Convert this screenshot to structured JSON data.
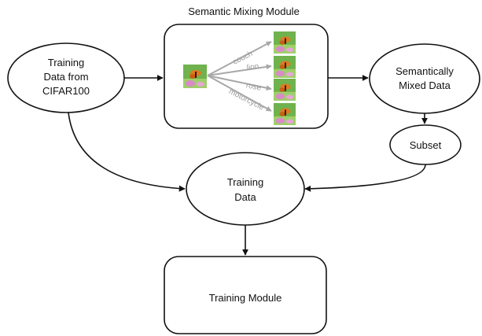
{
  "colors": {
    "stroke": "#111111",
    "arrow_gray": "#a8a8a8",
    "label_gray": "#9a9a9a",
    "thumb_green": "#6fb24e",
    "thumb_orange": "#e07a1f",
    "thumb_pink": "#d98bc8"
  },
  "module_title": "Semantic Mixing Module",
  "nodes": {
    "training_data_cifar": {
      "line1": "Training",
      "line2": "Data from",
      "line3": "CIFAR100"
    },
    "mixed_data": {
      "line1": "Semantically",
      "line2": "Mixed Data"
    },
    "subset": {
      "label": "Subset"
    },
    "training_data": {
      "line1": "Training",
      "line2": "Data"
    },
    "training_module": {
      "label": "Training Module"
    }
  },
  "mixing_labels": [
    "couch",
    "lion",
    "rose",
    "motorcycle"
  ],
  "thumbnail_icon": "butterfly-on-flower-image"
}
